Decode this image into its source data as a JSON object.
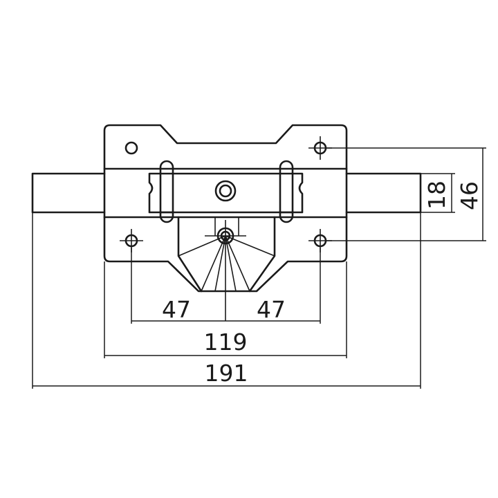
{
  "dimensions": {
    "left_hole_spacing": "47",
    "right_hole_spacing": "47",
    "plate_width": "119",
    "overall_width": "191",
    "bolt_height": "18",
    "hole_vertical_spacing": "46"
  },
  "colors": {
    "line": "#1a1a1a",
    "background": "#ffffff"
  }
}
